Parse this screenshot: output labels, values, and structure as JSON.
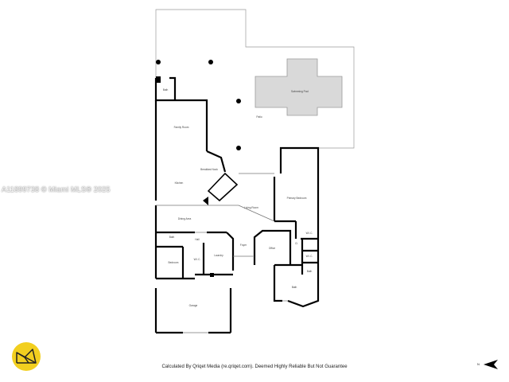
{
  "rooms": {
    "swimming_pool": "Swimming Pool",
    "patio": "Patio",
    "family_room": "Family Room",
    "breakfast_nook": "Breakfast Nook",
    "kitchen": "Kitchen",
    "living_room": "Living Room",
    "dining_area": "Dining Area",
    "primary_bedroom": "Primary Bedroom",
    "bath_left": "Bath",
    "hall": "Hall",
    "bedroom": "Bedroom",
    "foyer": "Foyer",
    "office": "Office",
    "laundry": "Laundry",
    "wic_left": "W.I.C.",
    "garage": "Garage",
    "bath_right": "Bath",
    "wic_right_1": "W.I.C.",
    "wic_right_2": "W.I.C.",
    "bath_small": "Bath",
    "closet": "Cl.",
    "bath_top": "Bath"
  },
  "footer_text": "Calculated By Qriqet Media (re.qriqet.com). Deemed Highly Reliable But Not Guarantee",
  "watermark": "A11899738 © Miami MLS® 2025",
  "compass_label": "N",
  "colors": {
    "logo_yellow": "#f2cf1f",
    "pool_fill": "#d9d9d9",
    "wall": "#000000"
  }
}
